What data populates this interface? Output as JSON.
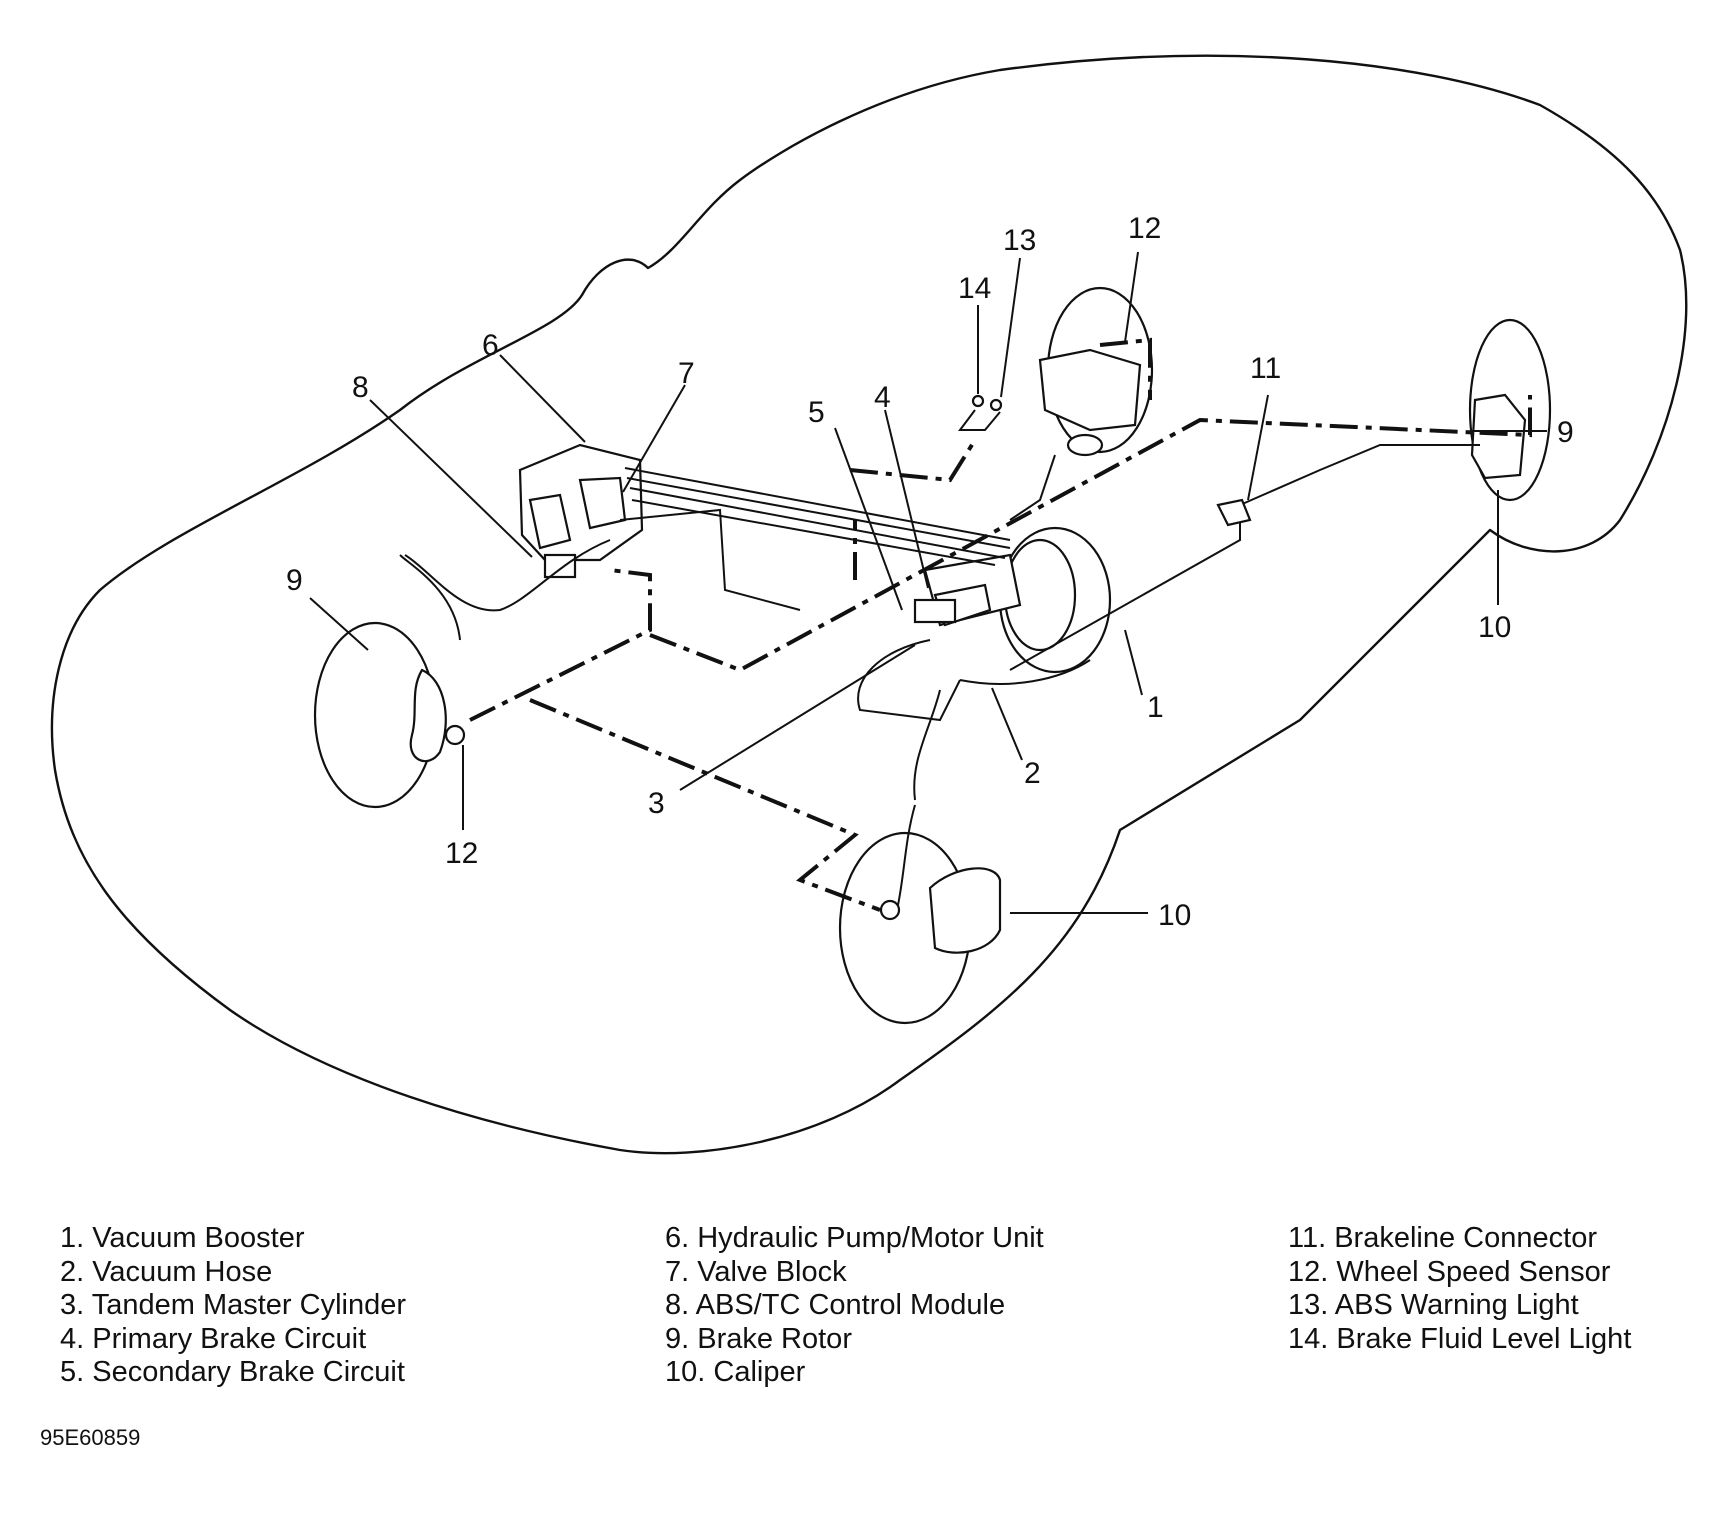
{
  "diagram": {
    "callouts": {
      "c1": "1",
      "c2": "2",
      "c3": "3",
      "c4": "4",
      "c5": "5",
      "c6": "6",
      "c7": "7",
      "c8": "8",
      "c9_left": "9",
      "c9_right": "9",
      "c10_right": "10",
      "c10_front": "10",
      "c11": "11",
      "c12_rear": "12",
      "c12_front": "12",
      "c13": "13",
      "c14": "14"
    }
  },
  "legend": {
    "column1": [
      "1. Vacuum Booster",
      "2. Vacuum Hose",
      "3. Tandem Master Cylinder",
      "4. Primary Brake Circuit",
      "5. Secondary Brake Circuit"
    ],
    "column2": [
      "6. Hydraulic Pump/Motor Unit",
      "7. Valve Block",
      "8. ABS/TC Control Module",
      "9. Brake Rotor",
      "10. Caliper"
    ],
    "column3": [
      "11. Brakeline Connector",
      "12. Wheel Speed Sensor",
      "13. ABS Warning Light",
      "14. Brake Fluid Level Light"
    ]
  },
  "figure_code": "95E60859"
}
